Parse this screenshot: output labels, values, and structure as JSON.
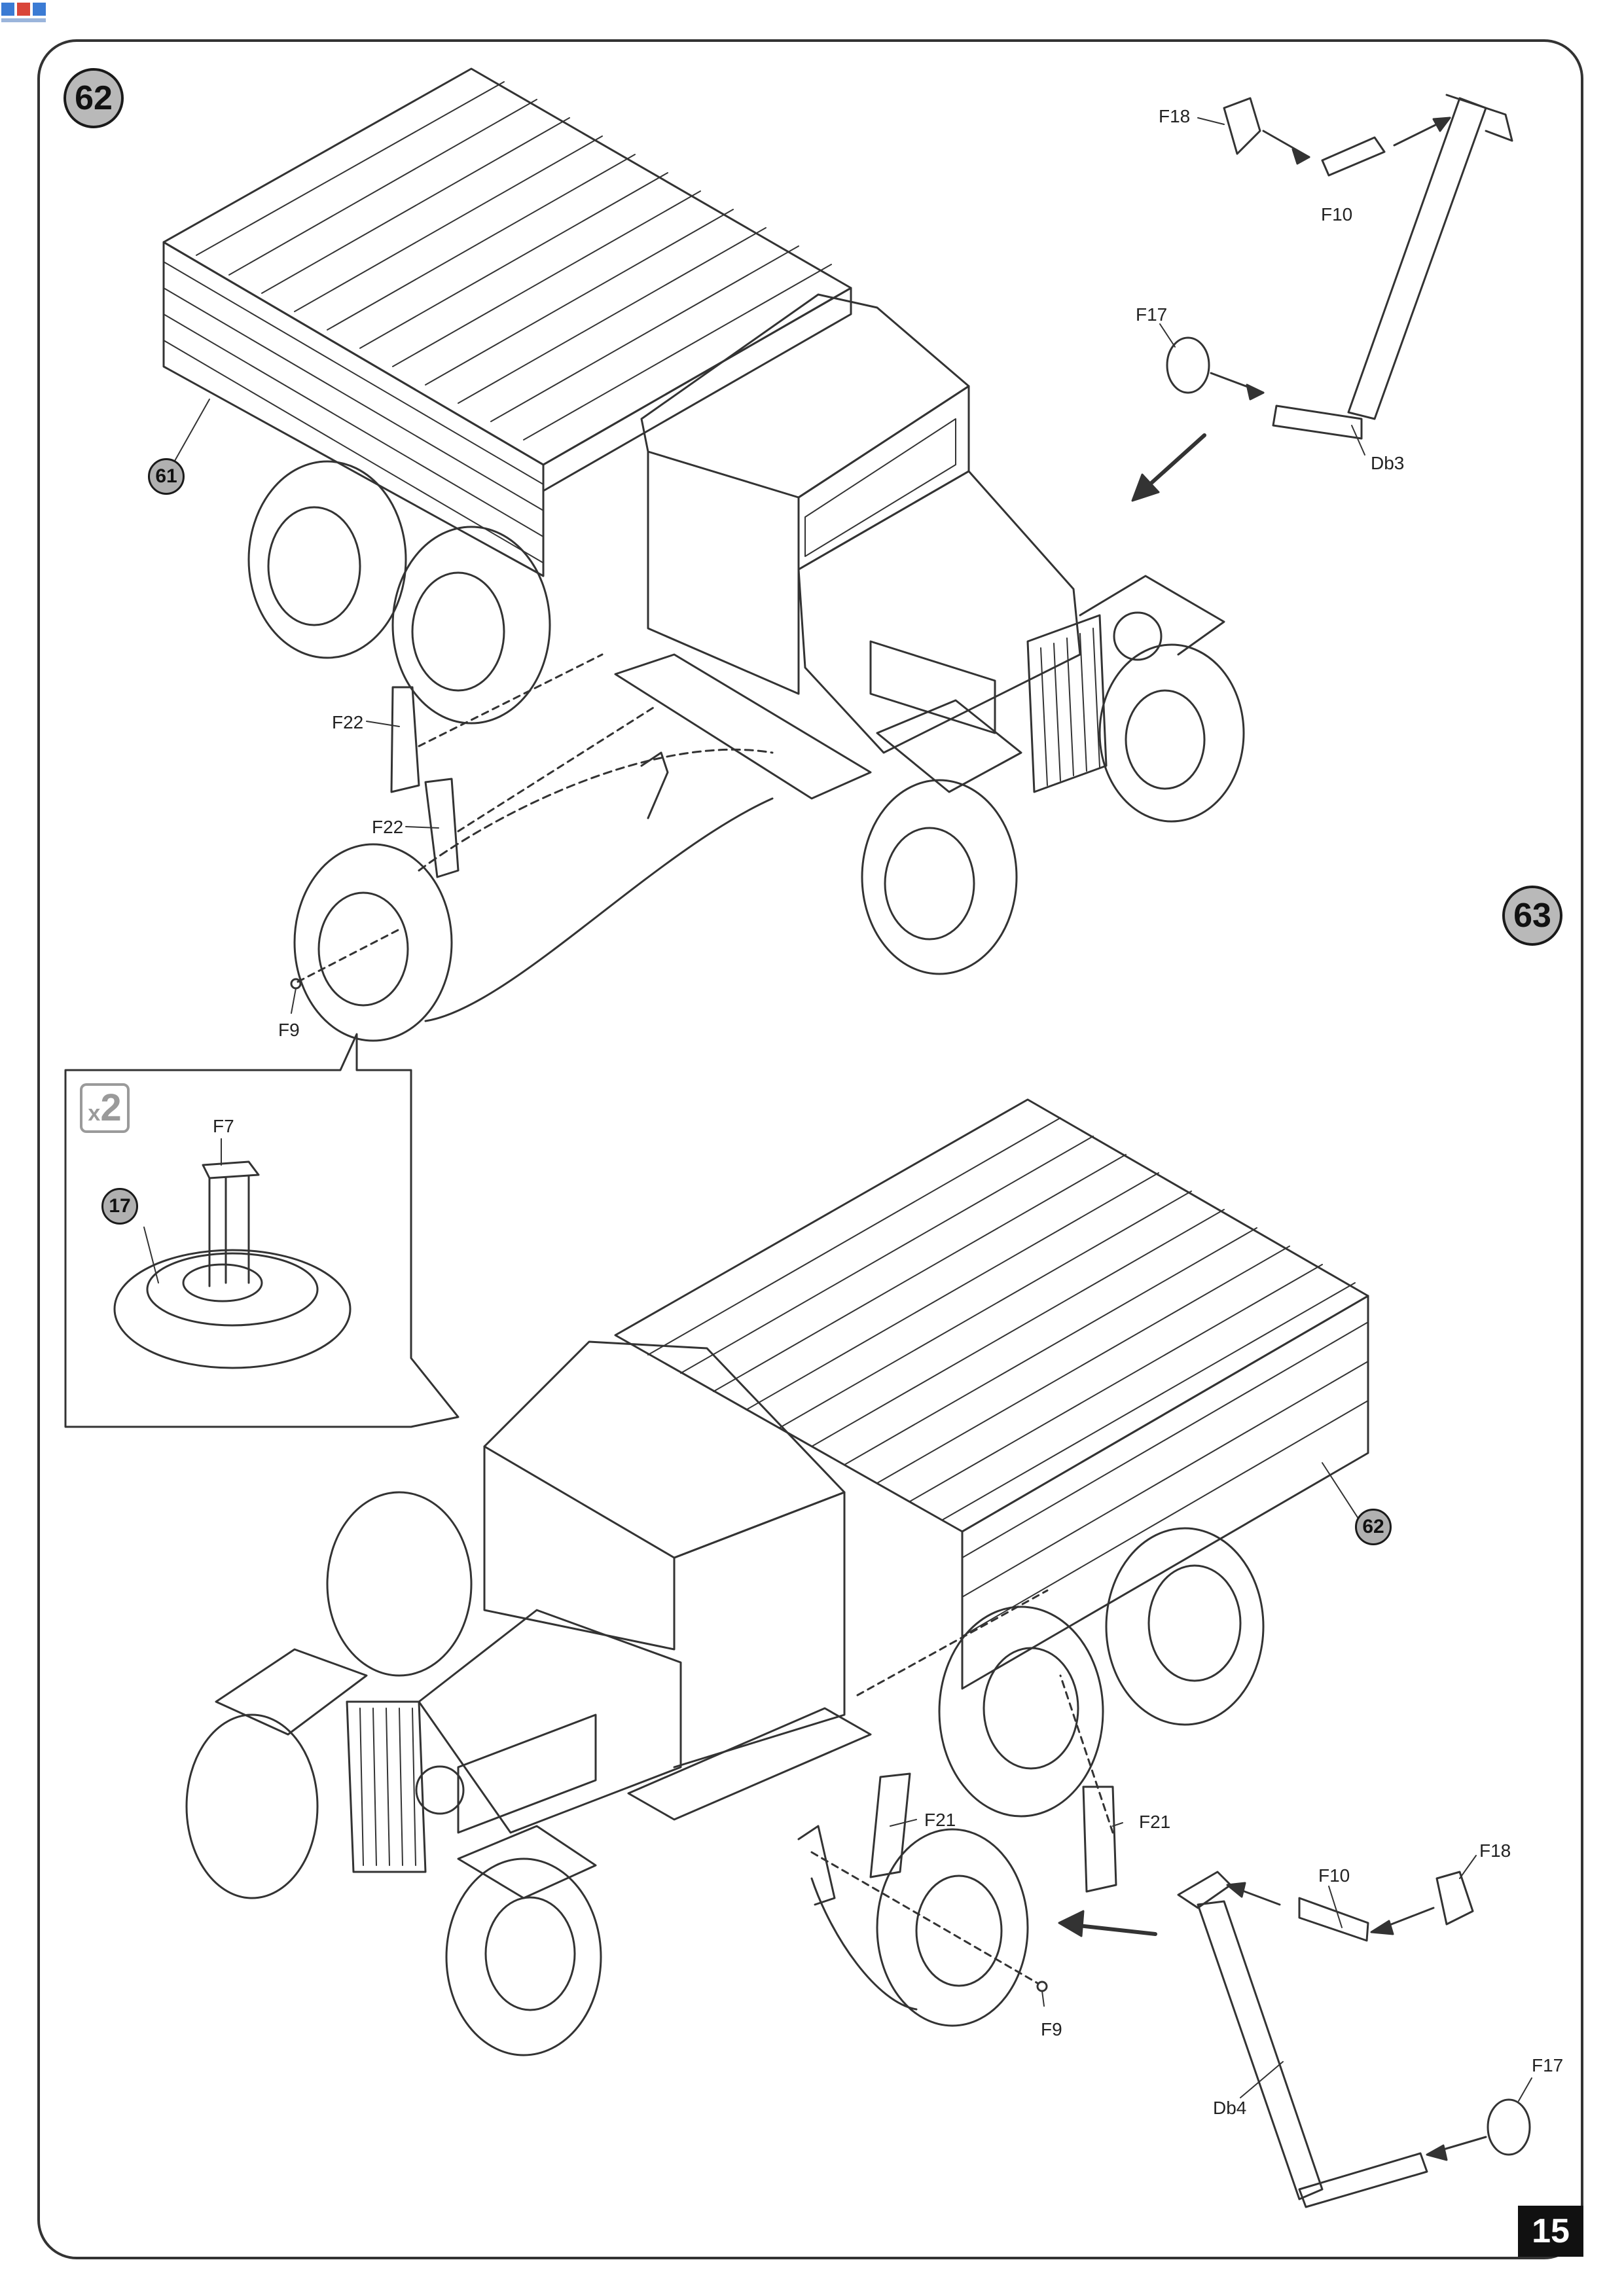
{
  "steps": {
    "step_62": "62",
    "step_63": "63"
  },
  "refs": {
    "ref_61": "61",
    "ref_17": "17",
    "ref_62": "62"
  },
  "inset": {
    "multiplier_prefix": "x",
    "multiplier_value": "2"
  },
  "labels": {
    "f18_top": "F18",
    "f10_top": "F10",
    "f17_top": "F17",
    "db3": "Db3",
    "f22_a": "F22",
    "f22_b": "F22",
    "f9_top": "F9",
    "f7": "F7",
    "f21_a": "F21",
    "f21_b": "F21",
    "f10_bottom": "F10",
    "f18_bottom": "F18",
    "f9_bottom": "F9",
    "db4": "Db4",
    "f17_bottom": "F17"
  },
  "page_number": "15",
  "colors": {
    "line": "#333333",
    "badge_fill": "#b9b9b9",
    "page_number_bg": "#111111"
  }
}
